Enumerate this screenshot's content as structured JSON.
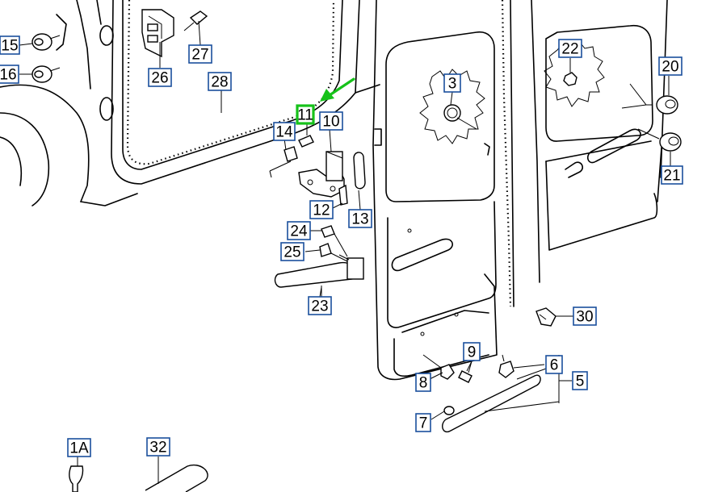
{
  "diagram": {
    "highlight_color": "#16c21a",
    "callout_border_color": "#1a4f9c",
    "callouts": [
      {
        "id": "15",
        "label": "15"
      },
      {
        "id": "16",
        "label": "16"
      },
      {
        "id": "26",
        "label": "26"
      },
      {
        "id": "27",
        "label": "27"
      },
      {
        "id": "28",
        "label": "28"
      },
      {
        "id": "11",
        "label": "11",
        "highlighted": true
      },
      {
        "id": "10",
        "label": "10"
      },
      {
        "id": "14",
        "label": "14"
      },
      {
        "id": "12",
        "label": "12"
      },
      {
        "id": "13",
        "label": "13"
      },
      {
        "id": "24",
        "label": "24"
      },
      {
        "id": "25",
        "label": "25"
      },
      {
        "id": "23",
        "label": "23"
      },
      {
        "id": "3",
        "label": "3"
      },
      {
        "id": "22",
        "label": "22"
      },
      {
        "id": "20",
        "label": "20"
      },
      {
        "id": "21",
        "label": "21"
      },
      {
        "id": "30",
        "label": "30"
      },
      {
        "id": "9",
        "label": "9"
      },
      {
        "id": "6",
        "label": "6"
      },
      {
        "id": "8",
        "label": "8"
      },
      {
        "id": "5",
        "label": "5"
      },
      {
        "id": "7",
        "label": "7"
      },
      {
        "id": "1A",
        "label": "1A"
      },
      {
        "id": "32",
        "label": "32"
      }
    ]
  }
}
